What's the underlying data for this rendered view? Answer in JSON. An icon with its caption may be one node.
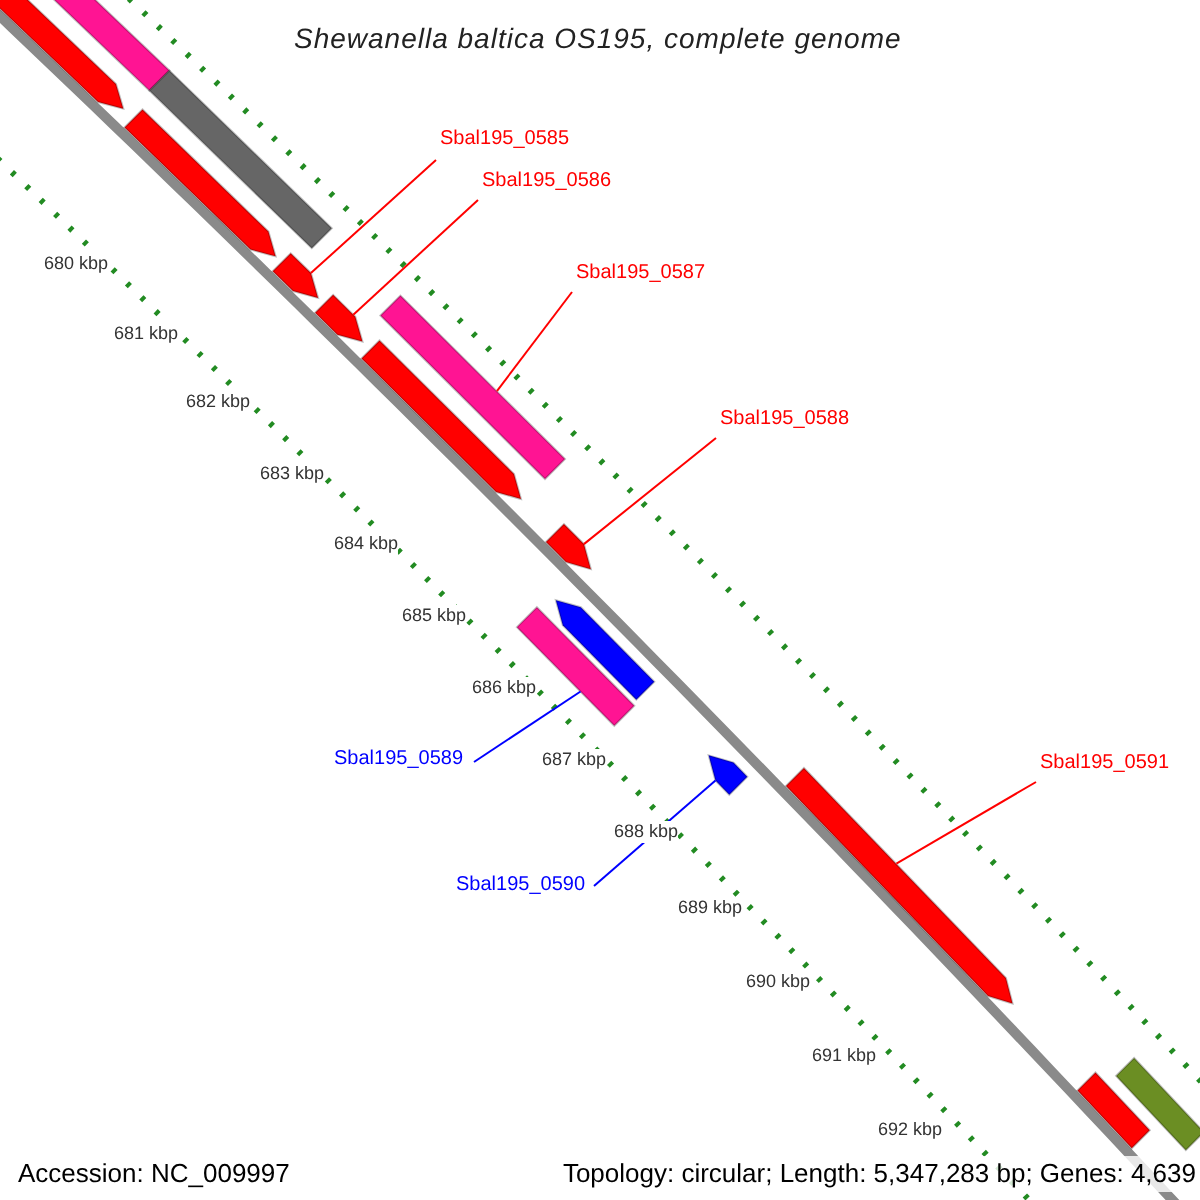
{
  "diagram": {
    "title": "Shewanella baltica OS195, complete genome",
    "nodes": [
      {
        "text": [
          "Sbal195_0585"
        ]
      },
      {
        "text": [
          "Sbal195_0586"
        ]
      },
      {
        "text": [
          "Sbal195_0587"
        ]
      },
      {
        "text": [
          "Sbal195_0588"
        ]
      },
      {
        "text": [
          "Sbal195_0589"
        ]
      },
      {
        "text": [
          "Sbal195_0590"
        ]
      },
      {
        "text": [
          "Sbal195_0591"
        ]
      },
      {
        "text": [],
        "shape": "pentagon"
      },
      {
        "text": [],
        "shape": "bar"
      },
      {
        "text": [],
        "shape": "bar"
      },
      {
        "text": [],
        "shape": "pentagon"
      },
      {
        "text": [],
        "shape": "pentagon"
      },
      {
        "text": [],
        "shape": "pentagon"
      },
      {
        "text": [],
        "shape": "bar"
      },
      {
        "text": [],
        "shape": "pentagon"
      },
      {
        "text": [],
        "shape": "pentagon"
      },
      {
        "text": [],
        "shape": "pentagon"
      },
      {
        "text": [],
        "shape": "bar"
      },
      {
        "text": [],
        "shape": "pentagon"
      },
      {
        "text": [],
        "shape": "pentagon"
      },
      {
        "text": [],
        "shape": "bar"
      },
      {
        "text": [],
        "shape": "bar"
      }
    ],
    "edges": [
      {
        "from": 0,
        "to": 11,
        "arrow": "none"
      },
      {
        "from": 1,
        "to": 12,
        "arrow": "none"
      },
      {
        "from": 2,
        "to": 13,
        "arrow": "none"
      },
      {
        "from": 3,
        "to": 15,
        "arrow": "none"
      },
      {
        "from": 4,
        "to": 17,
        "arrow": "none",
        "color": "#0000ff"
      },
      {
        "from": 5,
        "to": 18,
        "arrow": "none",
        "color": "#0000ff"
      },
      {
        "from": 6,
        "to": 19,
        "arrow": "none"
      }
    ],
    "labels": [
      "680 kbp",
      "681 kbp",
      "682 kbp",
      "683 kbp",
      "684 kbp",
      "685 kbp",
      "686 kbp",
      "687 kbp",
      "688 kbp",
      "689 kbp",
      "690 kbp",
      "691 kbp",
      "692 kbp",
      "Accession: NC_009997",
      "Topology: circular; Length: 5,347,283 bp; Genes: 4,639"
    ]
  }
}
